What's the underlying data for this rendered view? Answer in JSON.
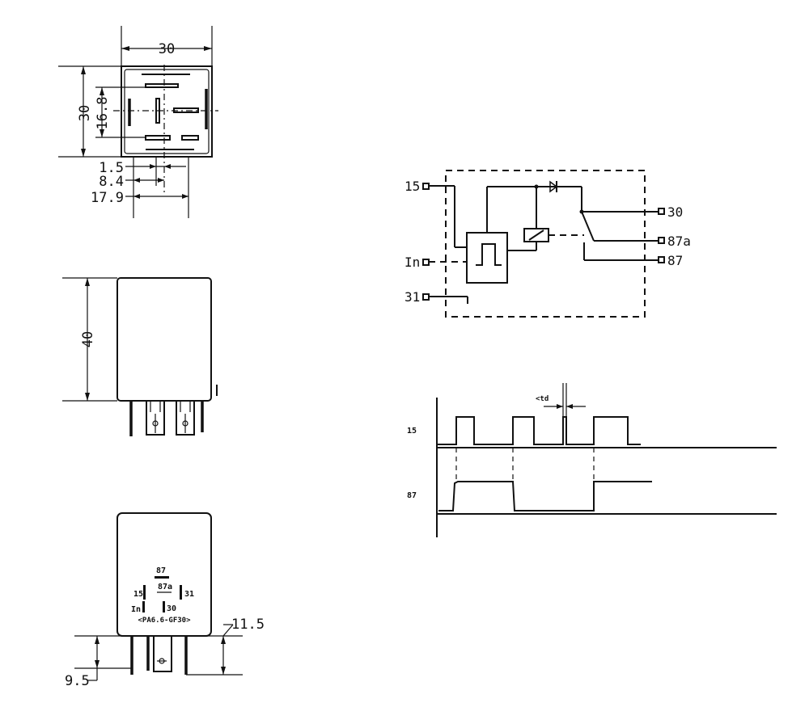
{
  "top_view": {
    "dim_width": "30",
    "dim_height": "30",
    "dim_inner": "16.8",
    "dim_pin_a": "1.5",
    "dim_pin_b": "8.4",
    "dim_pin_c": "17.9"
  },
  "side_view": {
    "dim_height": "40"
  },
  "front_view": {
    "pin_87": "87",
    "pin_87a": "87a",
    "pin_15": "15",
    "pin_31": "31",
    "pin_in": "In",
    "pin_30": "30",
    "material": "<PA6.6-GF30>",
    "dim_pin_len": "11.5",
    "dim_pin_short": "9.5"
  },
  "schematic": {
    "term_15": "15",
    "term_in": "In",
    "term_31": "31",
    "term_30": "30",
    "term_87a": "87a",
    "term_87": "87"
  },
  "timing": {
    "label_15": "15",
    "label_87": "87",
    "label_td": "<td"
  }
}
